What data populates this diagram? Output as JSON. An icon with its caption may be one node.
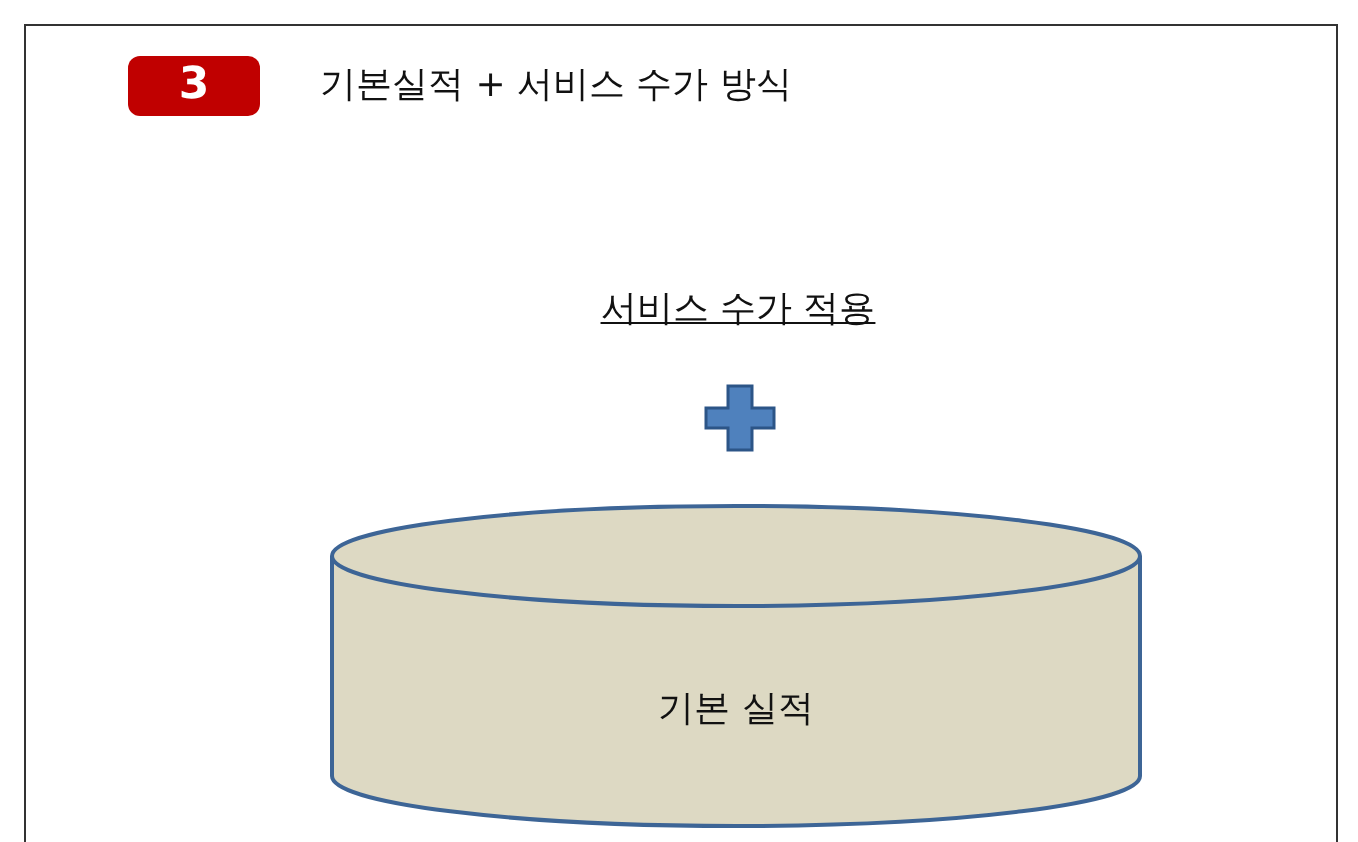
{
  "diagram": {
    "title": "기본실적 + 서비스 수가 방식",
    "nodes": [
      {
        "text": [
          "기본 실적"
        ]
      }
    ],
    "labels": [
      "3",
      "서비스 수가 적용"
    ]
  }
}
